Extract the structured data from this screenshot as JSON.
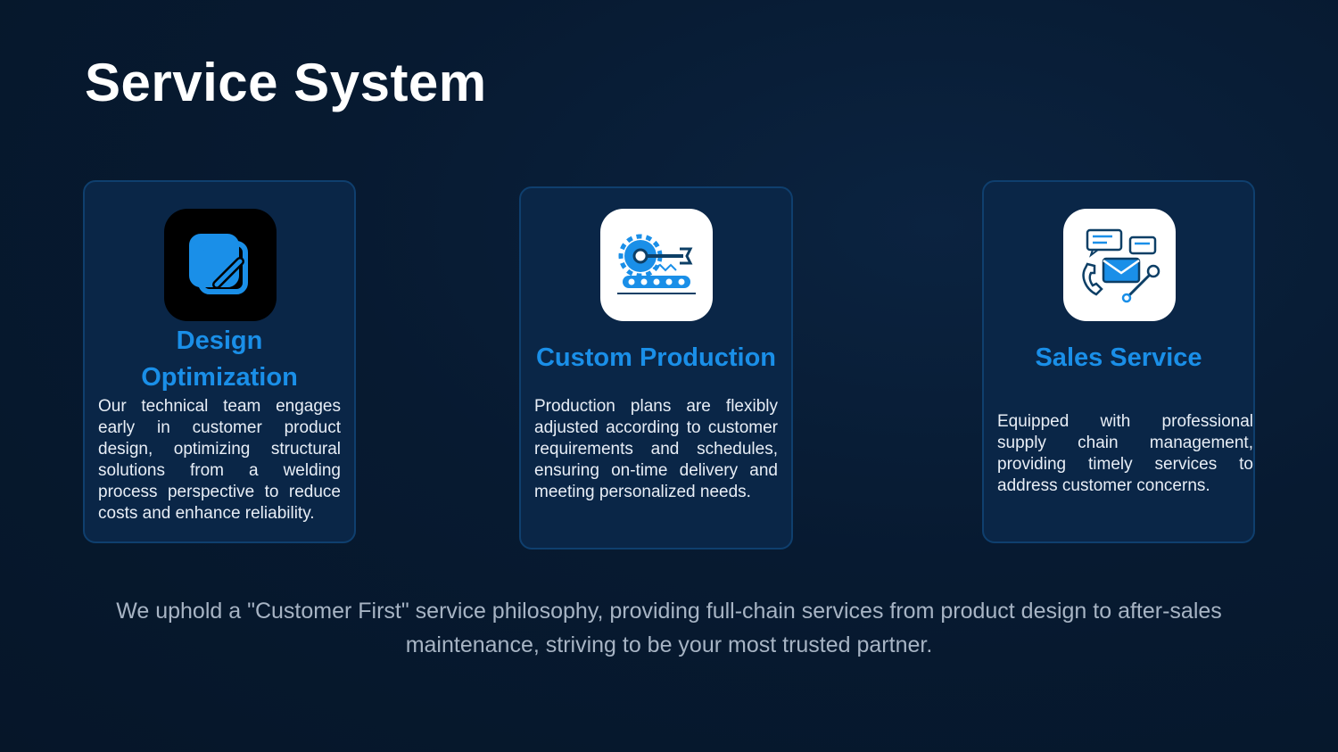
{
  "page": {
    "title": "Service System",
    "footer": "We uphold a \"Customer First\" service philosophy, providing full-chain services from product design to after-sales maintenance, striving to be your most trusted partner."
  },
  "cards": [
    {
      "title": "Design Optimization",
      "icon": "design-pen-icon",
      "text": "Our technical team engages early in customer product design, optimizing structural solutions from a welding process perspective to reduce costs and enhance reliability."
    },
    {
      "title": "Custom Production",
      "icon": "production-line-icon",
      "text": "Production plans are flexibly adjusted according to customer requirements and schedules, ensuring on-time delivery and meeting personalized needs."
    },
    {
      "title": "Sales Service",
      "icon": "customer-service-icon",
      "text": "Equipped with professional supply chain management, providing timely services to address customer concerns."
    }
  ],
  "colors": {
    "background": "#071a31",
    "card": "#0a2647",
    "card_border": "#0f3f6e",
    "accent": "#1a8fe8",
    "footer_text": "#a7b4c4"
  }
}
